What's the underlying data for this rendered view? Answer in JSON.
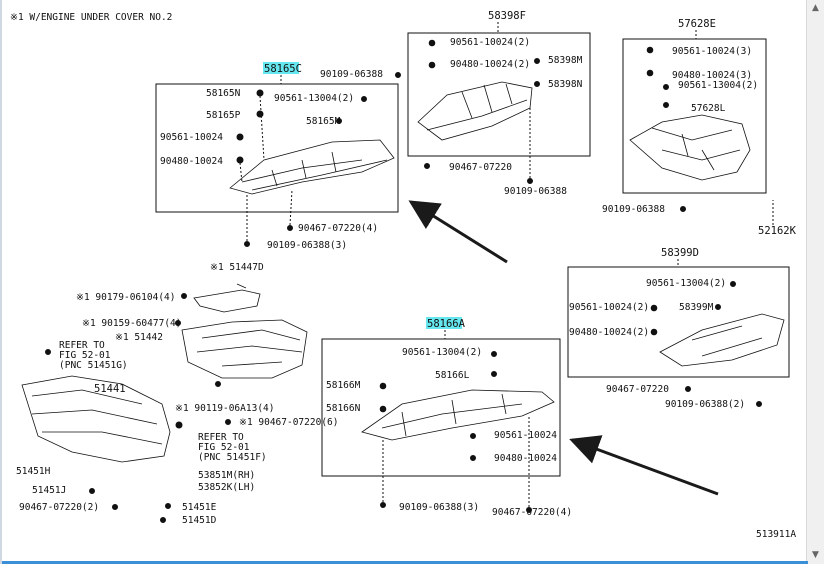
{
  "note": "※1 W/ENGINE UNDER COVER NO.2",
  "figure_number": "513911A",
  "colors": {
    "highlight": "#66e6ee",
    "line": "#111111",
    "frame": "#ffffff",
    "accent_bar": "#3b8fd6"
  },
  "scrollbar": {
    "up_icon": "triangle-up",
    "down_icon": "triangle-down"
  },
  "labels": {
    "p58165C": "58165C",
    "p58165N": "58165N",
    "p58165P": "58165P",
    "b90561_10024_a": "90561-10024",
    "b90480_10024_a": "90480-10024",
    "b90561_13004_2_a": "90561-13004(2)",
    "p58165M": "58165M",
    "b90467_07220_4_a": "90467-07220(4)",
    "b90109_06388_3_a": "90109-06388(3)",
    "p58398F": "58398F",
    "b90109_06388_a": "90109-06388",
    "b90561_10024_2_a": "90561-10024(2)",
    "b90480_10024_2_a": "90480-10024(2)",
    "p58398M": "58398M",
    "p58398N": "58398N",
    "b90467_07220_a": "90467-07220",
    "b90109_06388_b": "90109-06388",
    "p57628E": "57628E",
    "b90561_10024_3": "90561-10024(3)",
    "b90480_10024_3": "90480-10024(3)",
    "b90561_13004_2_b": "90561-13004(2)",
    "p57628L": "57628L",
    "b90109_06388_c": "90109-06388",
    "p52162K": "52162K",
    "p58399D": "58399D",
    "b90561_13004_2_c": "90561-13004(2)",
    "b90561_10024_2_b": "90561-10024(2)",
    "p58399M": "58399M",
    "b90480_10024_2_b": "90480-10024(2)",
    "b90467_07220_b": "90467-07220",
    "b90109_06388_2": "90109-06388(2)",
    "p51447D": "※1 51447D",
    "b90179_06104_4": "※1 90179-06104(4)",
    "b90159_60477_4": "※1 90159-60477(4)",
    "p51442": "※1 51442",
    "b90119_06413_4": "※1 90119-06A13(4)",
    "b90467_07220_6": "※1 90467-07220(6)",
    "ref_52_01_a_1": "REFER TO",
    "ref_52_01_a_2": "FIG 52-01",
    "ref_52_01_a_3": "(PNC 51451G)",
    "p51441": "51441",
    "p51451H": "51451H",
    "p51451J": "51451J",
    "b90467_07220_2": "90467-07220(2)",
    "ref_52_01_b_1": "REFER TO",
    "ref_52_01_b_2": "FIG 52-01",
    "ref_52_01_b_3": "(PNC 51451F)",
    "p53851M": "53851M(RH)",
    "p53852K": "53852K(LH)",
    "p51451E": "51451E",
    "p51451D": "51451D",
    "p58166A": "58166A",
    "b90561_13004_2_d": "90561-13004(2)",
    "p58166M": "58166M",
    "p58166L": "58166L",
    "p58166N": "58166N",
    "b90561_10024_b": "90561-10024",
    "b90480_10024_b": "90480-10024",
    "b90109_06388_3_b": "90109-06388(3)",
    "b90467_07220_4_b": "90467-07220(4)"
  }
}
